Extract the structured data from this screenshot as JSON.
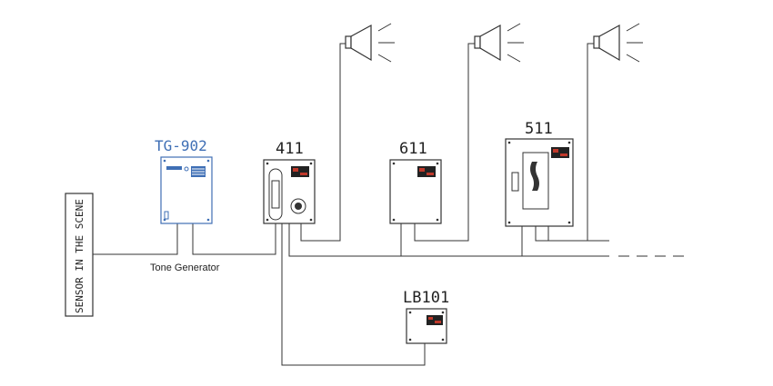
{
  "sensor_label": "SENSOR IN THE SCENE",
  "devices": {
    "tg902": {
      "model": "TG-902",
      "caption": "Tone Generator"
    },
    "d411": {
      "model": "411"
    },
    "d611": {
      "model": "611"
    },
    "d511": {
      "model": "511"
    },
    "lb101": {
      "model": "LB101"
    }
  },
  "colors": {
    "tg_accent": "#3f6fb5",
    "line": "#333333",
    "badge_red": "#c0392b"
  },
  "icons": [
    "speaker-icon",
    "handset-icon",
    "knob-icon"
  ]
}
